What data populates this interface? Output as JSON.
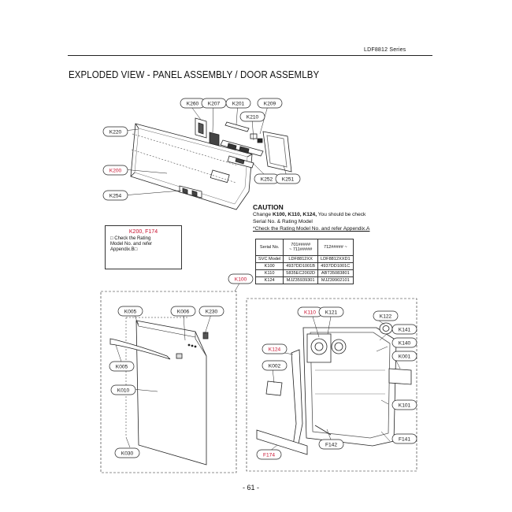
{
  "header": {
    "series": "LDF8812 Series"
  },
  "title": "EXPLODED VIEW - PANEL ASSEMBLY / DOOR ASSEMLBY",
  "labels": {
    "k260": "K260",
    "k207": "K207",
    "k201": "K201",
    "k209": "K209",
    "k210": "K210",
    "k220": "K220",
    "k200": "K200",
    "k254": "K254",
    "k252": "K252",
    "k251": "K251",
    "k100": "K100",
    "k005": "K005",
    "k006": "K006",
    "k230": "K230",
    "k005b": "K005",
    "k010": "K010",
    "k030": "K030",
    "k110": "K110",
    "k121": "K121",
    "k122": "K122",
    "k141": "K141",
    "k140": "K140",
    "k001": "K001",
    "k124": "K124",
    "k002": "K002",
    "k101": "K101",
    "f142": "F142",
    "f141": "F141",
    "f174": "F174"
  },
  "note_box": {
    "title": "K200, F174",
    "lines": [
      "□ Check the Rating",
      "Model No. and refer",
      "Appendix.B□"
    ]
  },
  "caution": {
    "title": "CAUTION",
    "line1_prefix": "Change ",
    "line1_parts": "K100, K110, K124,",
    "line1_suffix": " You should be check",
    "line2": "Serial No. & Rating Model",
    "line3": "*Check the Rating Model No. and refer Appendix.A"
  },
  "serial_table": {
    "header": [
      "Serial No.",
      "701#####\n~ 711#####",
      "712##### ~"
    ],
    "rows": [
      [
        "SVC Model",
        "LDF8812XX",
        "LDF8812XXD1"
      ],
      [
        "K100",
        "4937DD1001B",
        "4937DD1001C"
      ],
      [
        "K110",
        "5835EC2002D",
        "ABT35083801"
      ],
      [
        "K124",
        "MJZ35939301",
        "MJZ39902101"
      ]
    ]
  },
  "page_number": "- 61 -"
}
